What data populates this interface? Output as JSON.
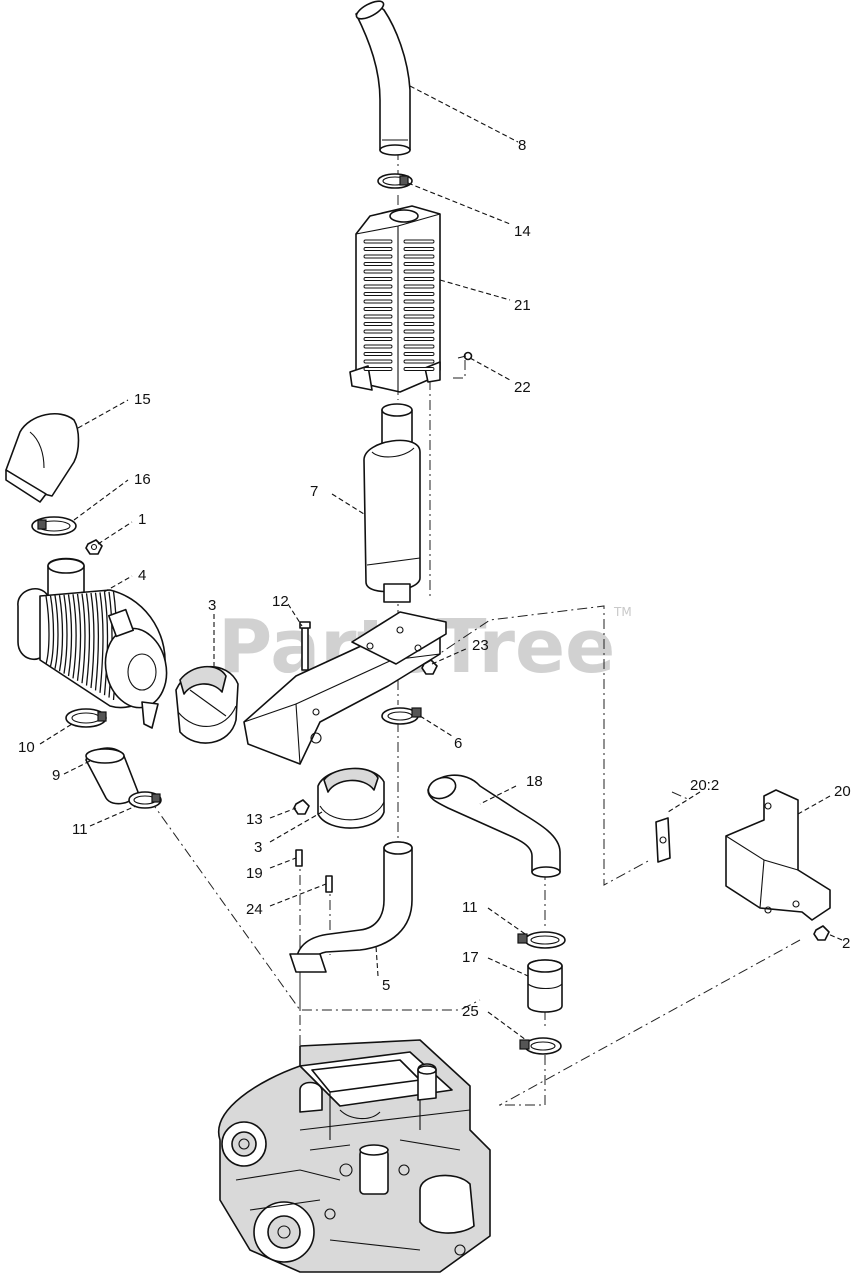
{
  "watermark": {
    "text": "PartsTree",
    "tm": "TM"
  },
  "callouts": [
    {
      "id": "c8",
      "label": "8"
    },
    {
      "id": "c14",
      "label": "14"
    },
    {
      "id": "c21",
      "label": "21"
    },
    {
      "id": "c22",
      "label": "22"
    },
    {
      "id": "c15",
      "label": "15"
    },
    {
      "id": "c16",
      "label": "16"
    },
    {
      "id": "c1",
      "label": "1"
    },
    {
      "id": "c7",
      "label": "7"
    },
    {
      "id": "c4",
      "label": "4"
    },
    {
      "id": "c3a",
      "label": "3"
    },
    {
      "id": "c12",
      "label": "12"
    },
    {
      "id": "c23",
      "label": "23"
    },
    {
      "id": "c6",
      "label": "6"
    },
    {
      "id": "c10",
      "label": "10"
    },
    {
      "id": "c9",
      "label": "9"
    },
    {
      "id": "c11a",
      "label": "11"
    },
    {
      "id": "c13",
      "label": "13"
    },
    {
      "id": "c3b",
      "label": "3"
    },
    {
      "id": "c18",
      "label": "18"
    },
    {
      "id": "c20b",
      "label": "20:2"
    },
    {
      "id": "c20",
      "label": "20"
    },
    {
      "id": "c19",
      "label": "19"
    },
    {
      "id": "c24",
      "label": "24"
    },
    {
      "id": "c11b",
      "label": "11"
    },
    {
      "id": "c17",
      "label": "17"
    },
    {
      "id": "c5",
      "label": "5"
    },
    {
      "id": "c2",
      "label": "2"
    },
    {
      "id": "c25",
      "label": "25"
    }
  ]
}
